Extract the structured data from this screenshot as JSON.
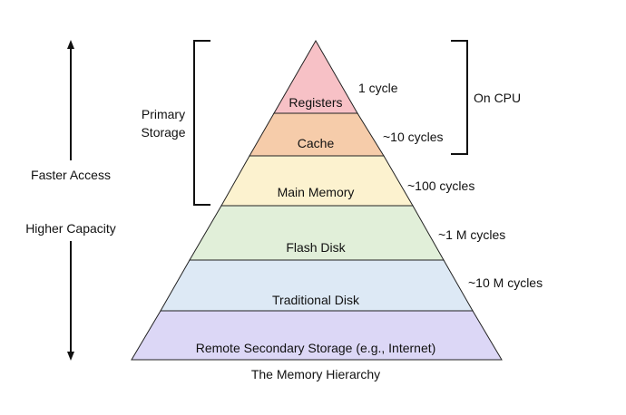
{
  "diagram": {
    "title": "The Memory Hierarchy",
    "levels": [
      {
        "label": "Registers",
        "latency": "1 cycle",
        "color": "#f7c1c6"
      },
      {
        "label": "Cache",
        "latency": "~10 cycles",
        "color": "#f6ccaa"
      },
      {
        "label": "Main Memory",
        "latency": "~100 cycles",
        "color": "#fcf2cf"
      },
      {
        "label": "Flash Disk",
        "latency": "~1 M cycles",
        "color": "#e1efd9"
      },
      {
        "label": "Traditional Disk",
        "latency": "~10 M cycles",
        "color": "#dde9f5"
      },
      {
        "label": "Remote Secondary Storage (e.g., Internet)",
        "latency": "",
        "color": "#dcd7f6"
      }
    ],
    "left_bracket": {
      "line1": "Primary",
      "line2": "Storage"
    },
    "right_bracket": {
      "label": "On CPU"
    },
    "arrow": {
      "top_label": "Faster Access",
      "bottom_label": "Higher Capacity"
    }
  }
}
